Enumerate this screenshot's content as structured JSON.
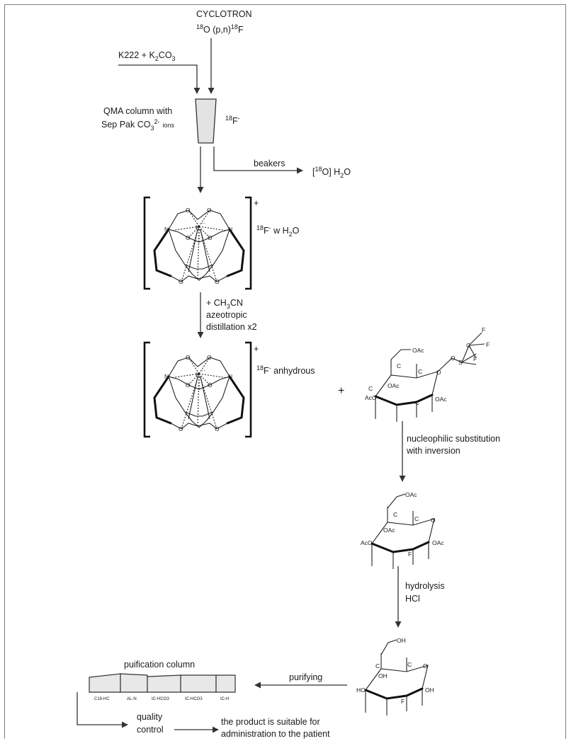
{
  "labels": {
    "cyclotron": "CYCLOTRON",
    "reaction_sup1": "18",
    "reaction_mid": "O (p,n)",
    "reaction_sup2": "18",
    "reaction_end": "F",
    "reagents_main": "K222 + K",
    "reagents_sub1": "2",
    "reagents_mid": "CO",
    "reagents_sub2": "3",
    "qma_line1": "QMA column with",
    "qma_line2": "Sep Pak CO",
    "qma_sub": "3",
    "qma_sup": "2-",
    "qma_ions": "ions",
    "fluoride_sup": "18",
    "fluoride": "F",
    "fluoride_charge": "-",
    "beakers": "beakers",
    "water_pre": "[",
    "water_sup": "18",
    "water_mid": "O] H",
    "water_sub": "2",
    "water_end": "O",
    "complex_charge": "+",
    "complex1_sup": "18",
    "complex1_f": "F",
    "complex1_charge": "-",
    "complex1_rest": " w H",
    "complex1_sub": "2",
    "complex1_end": "O",
    "acn_pre": "+ CH",
    "acn_sub": "3",
    "acn_end": "CN",
    "azeotropic": "azeotropic",
    "distillation": "distillation x2",
    "complex2_sup": "18",
    "complex2_f": "F",
    "complex2_charge": "-",
    "complex2_rest": " anhydrous",
    "plus": "+",
    "nucleophilic": "nucleophilic substitution",
    "inversion": "with inversion",
    "hydrolysis": "hydrolysis",
    "hcl": "HCl",
    "purification": "puification column",
    "purifying": "purifying",
    "quality": "quality",
    "control": "control",
    "product1": "the product is suitable for",
    "product2": "administration to the patient",
    "cartridges": [
      "C18-HC",
      "AL-N",
      "IC-HCO3",
      "IC-HCO3",
      "IC-H"
    ]
  },
  "atoms": {
    "N": "N",
    "O": "O",
    "K": "K",
    "C": "C",
    "F": "F",
    "S": "S",
    "OAc": "OAc",
    "AcO": "AcO",
    "OH": "OH",
    "HO": "HO",
    "Ac": "Ac",
    "dot": "··"
  },
  "colors": {
    "qma_fill": "#e3e3e3",
    "line": "#333333",
    "frame": "#7f7f7f"
  }
}
